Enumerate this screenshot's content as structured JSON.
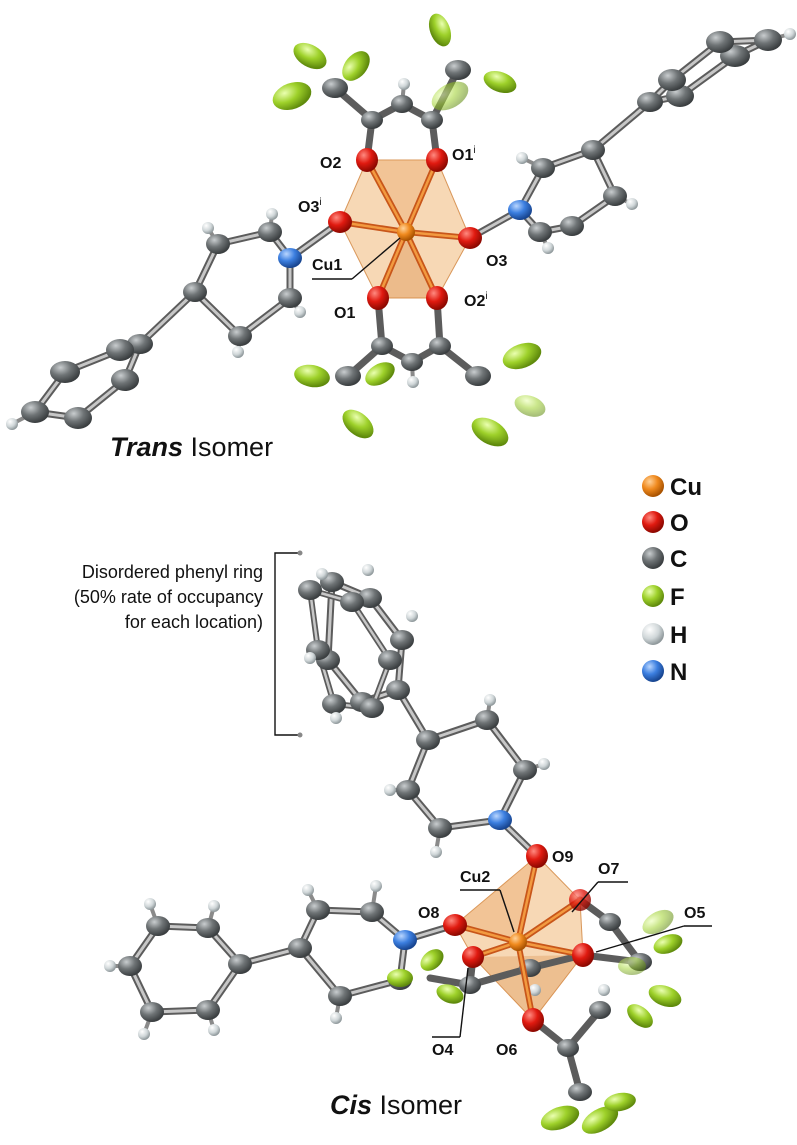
{
  "trans": {
    "title_emphasis": "Trans",
    "title_rest": " Isomer",
    "labels": {
      "o2": "O2",
      "o1i": "O1",
      "o1i_sup": "i",
      "o3i": "O3",
      "o3i_sup": "i",
      "cu1": "Cu1",
      "o3": "O3",
      "o1": "O1",
      "o2i": "O2",
      "o2i_sup": "i"
    }
  },
  "cis": {
    "title_emphasis": "Cis",
    "title_rest": " Isomer",
    "labels": {
      "o9": "O9",
      "cu2": "Cu2",
      "o7": "O7",
      "o8": "O8",
      "o5": "O5",
      "o4": "O4",
      "o6": "O6"
    }
  },
  "annotation": {
    "line1": "Disordered phenyl ring",
    "line2": "(50% rate of occupancy",
    "line3": "for each location)"
  },
  "legend": [
    {
      "symbol": "Cu",
      "color": "#f08a1e"
    },
    {
      "symbol": "O",
      "color": "#e01a10"
    },
    {
      "symbol": "C",
      "color": "#6f7476"
    },
    {
      "symbol": "F",
      "color": "#9ed12a"
    },
    {
      "symbol": "H",
      "color": "#cfd6d8"
    },
    {
      "symbol": "N",
      "color": "#3c7fe0"
    }
  ]
}
